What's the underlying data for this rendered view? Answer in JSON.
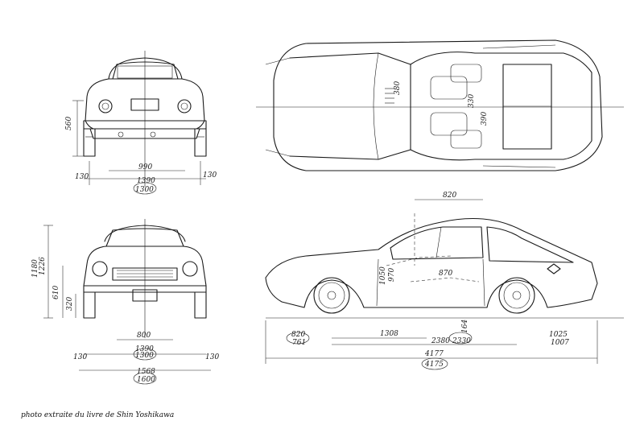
{
  "caption": "photo extraite du livre de Shin Yoshikawa",
  "dimensions": {
    "rear_track": "990",
    "rear_height": "560",
    "rear_overhang_left": "130",
    "rear_overhang_right": "130",
    "rear_width": "1390",
    "rear_width_circled": "1300",
    "top_seat_a": "380",
    "top_seat_b": "330",
    "top_seat_c": "390",
    "side_top": "820",
    "side_cabin_h": "1050",
    "side_cabin_h2": "970",
    "side_seat": "870",
    "side_front_oh": "820",
    "side_front_oh_circled": "761",
    "side_wheelbase": "1308",
    "side_wb_a": "2380",
    "side_wb_b": "2330",
    "side_ground": "164",
    "side_rear_oh": "1025",
    "side_rear_oh_b": "1007",
    "side_length": "4177",
    "side_length_circled": "4175",
    "front_height": "1180",
    "front_height_b": "1226",
    "front_h_mid": "610",
    "front_h_low": "320",
    "front_track": "800",
    "front_width": "1390",
    "front_width_circled": "1300",
    "front_oh_left": "130",
    "front_oh_right": "130",
    "front_overall": "1568",
    "front_overall_circled": "1600"
  }
}
